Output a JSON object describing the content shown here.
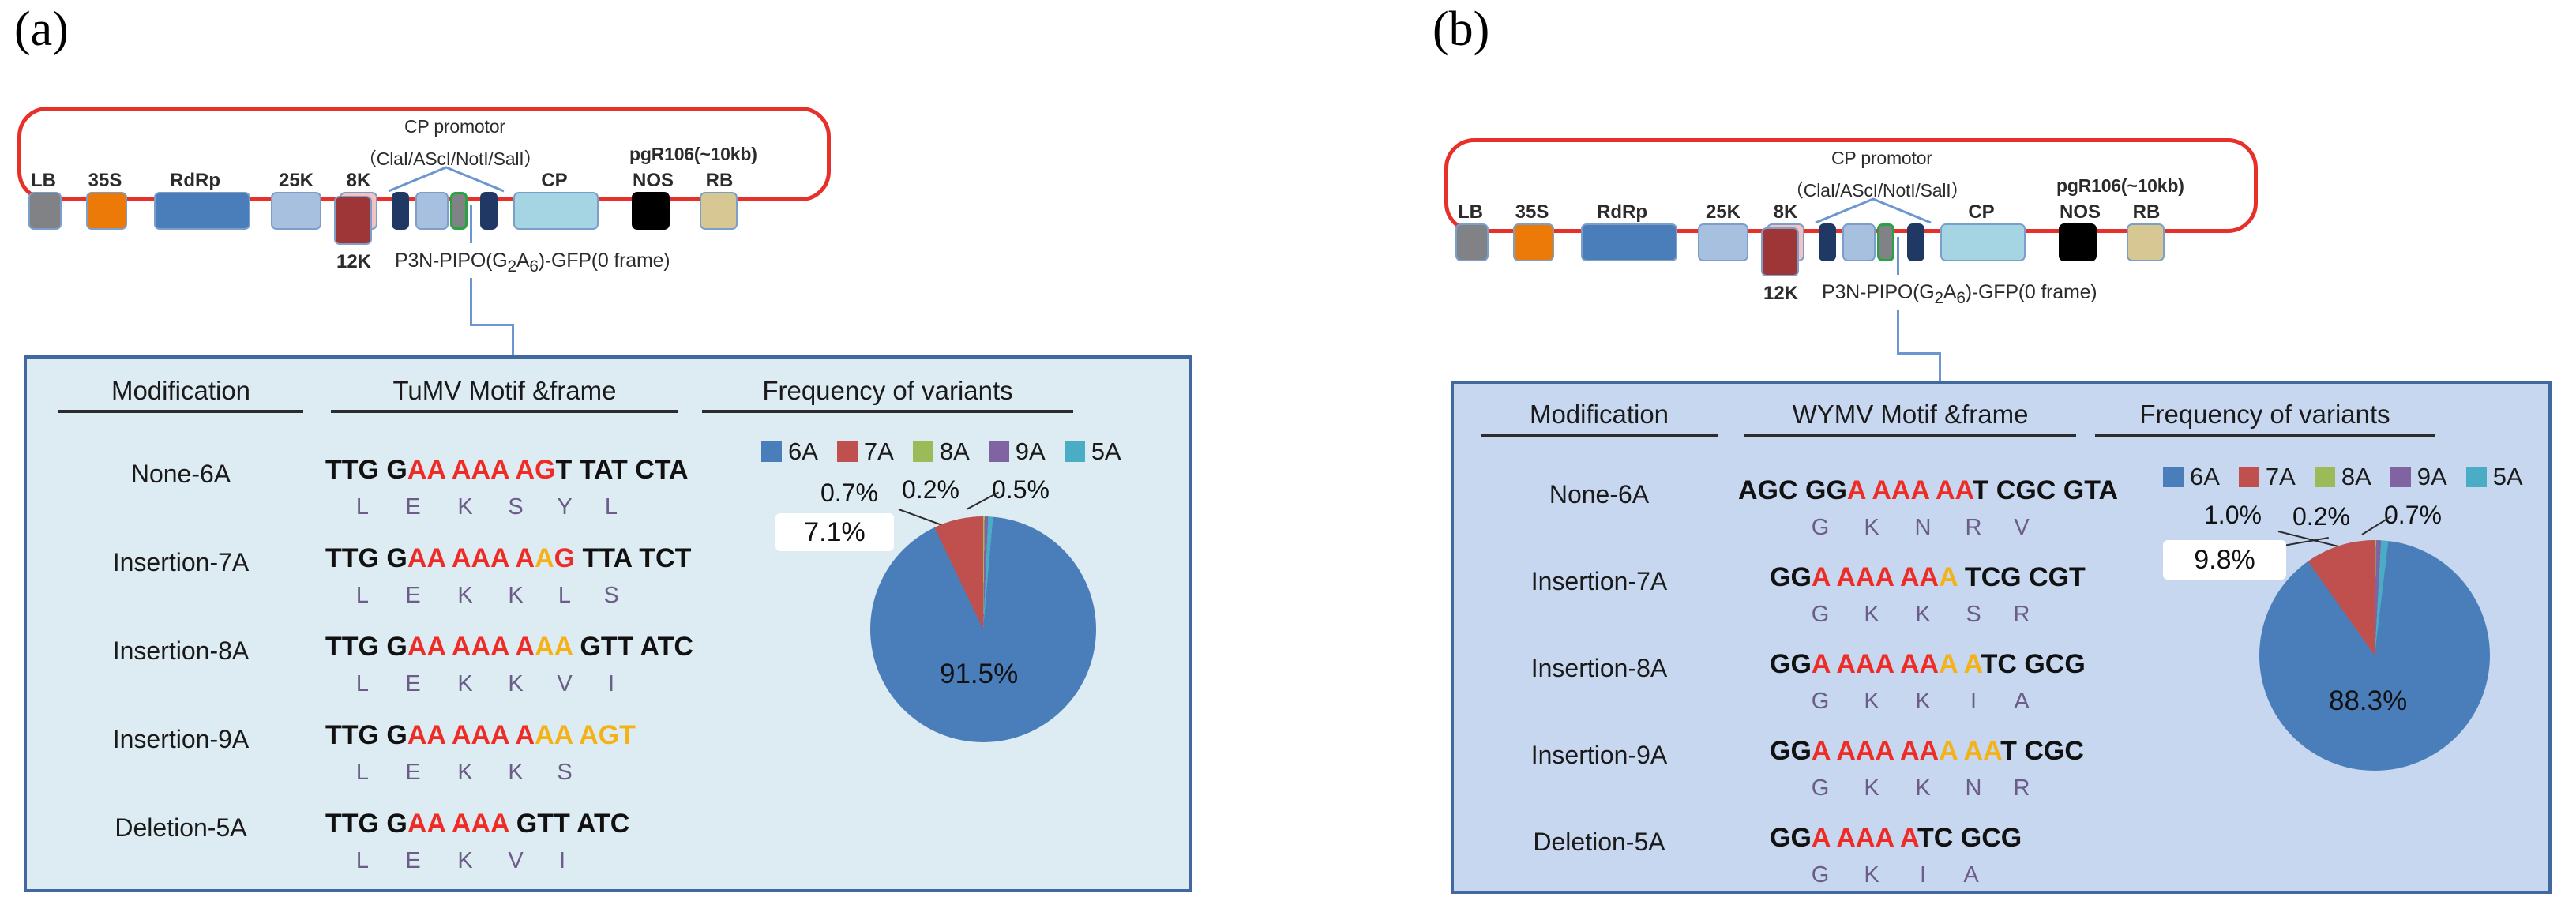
{
  "figure": {
    "panels": [
      {
        "label": "(a)",
        "virus": "TuMV",
        "construct": {
          "vector_label": "pgR106(~10kb)",
          "promoter_label": "CP promotor",
          "sites_label": "（ClaI/AScI/NotI/SalI）",
          "insert_label": "P3N-PIPO(G2A6)-GFP(0 frame)",
          "insert_label_sub": [
            "G",
            "2",
            "A",
            "6"
          ],
          "below_gene_label": "12K",
          "genes": [
            {
              "name": "LB",
              "color": "#808285"
            },
            {
              "name": "35S",
              "color": "#ec7a08"
            },
            {
              "name": "RdRp",
              "color": "#4a7ebb"
            },
            {
              "name": "25K",
              "color": "#a8c0e0"
            },
            {
              "name": "8K",
              "color": "#f3c3c3"
            },
            {
              "name": "",
              "color": "#1f3864"
            },
            {
              "name": "",
              "color": "#a8c0e0"
            },
            {
              "name": "",
              "color": "#808285"
            },
            {
              "name": "",
              "color": "#1f3864"
            },
            {
              "name": "CP",
              "color": "#a5d5e2"
            },
            {
              "name": "NOS",
              "color": "#000000"
            },
            {
              "name": "RB",
              "color": "#d7c893"
            }
          ],
          "below_gene_color": "#9e3638"
        },
        "table": {
          "headers": [
            "Modification",
            "TuMV Motif &frame",
            "Frequency of variants"
          ],
          "rows": [
            {
              "modification": "None-6A",
              "dna": [
                {
                  "t": "TTG G",
                  "c": "k"
                },
                {
                  "t": "AA AAA AG",
                  "c": "r"
                },
                {
                  "t": "T TAT CTA",
                  "c": "k"
                }
              ],
              "aa": [
                "L",
                "E",
                "K",
                "S",
                "Y",
                "L"
              ]
            },
            {
              "modification": "Insertion-7A",
              "dna": [
                {
                  "t": "TTG G",
                  "c": "k"
                },
                {
                  "t": "AA AAA A",
                  "c": "r"
                },
                {
                  "t": "A",
                  "c": "y"
                },
                {
                  "t": "G",
                  "c": "r"
                },
                {
                  "t": " TTA TCT",
                  "c": "k"
                }
              ],
              "aa": [
                "L",
                "E",
                "K",
                "K",
                "L",
                "S"
              ]
            },
            {
              "modification": "Insertion-8A",
              "dna": [
                {
                  "t": "TTG G",
                  "c": "k"
                },
                {
                  "t": "AA AAA A",
                  "c": "r"
                },
                {
                  "t": "AA",
                  "c": "y"
                },
                {
                  "t": " GTT ATC",
                  "c": "k"
                }
              ],
              "aa": [
                "L",
                "E",
                "K",
                "K",
                "V",
                "I"
              ]
            },
            {
              "modification": "Insertion-9A",
              "dna": [
                {
                  "t": "TTG G",
                  "c": "k"
                },
                {
                  "t": "AA AAA A",
                  "c": "r"
                },
                {
                  "t": "AA AGT",
                  "c": "y"
                }
              ],
              "aa": [
                "L",
                "E",
                "K",
                "K",
                "S"
              ]
            },
            {
              "modification": "Deletion-5A",
              "dna": [
                {
                  "t": "TTG G",
                  "c": "k"
                },
                {
                  "t": "AA AAA",
                  "c": "r"
                },
                {
                  "t": " GTT ATC",
                  "c": "k"
                }
              ],
              "aa": [
                "L",
                "E",
                "K",
                "V",
                "I"
              ]
            }
          ]
        },
        "chart_data": {
          "type": "pie",
          "title": "Frequency of variants",
          "legend_position": "top",
          "categories": [
            "6A",
            "7A",
            "8A",
            "9A",
            "5A"
          ],
          "values": [
            91.5,
            7.1,
            0.2,
            0.5,
            0.7
          ],
          "labels": [
            "91.5%",
            "7.1%",
            "0.2%",
            "0.5%",
            "0.7%"
          ],
          "colors": [
            "#4a7ebb",
            "#bf504d",
            "#9bbb59",
            "#8064a2",
            "#4bacc6"
          ],
          "highlighted_label": "7.1%",
          "highlight_color": "#ef2a2a",
          "callouts": [
            "0.7%",
            "0.2%",
            "0.5%"
          ],
          "center_label": "91.5%"
        }
      },
      {
        "label": "(b)",
        "virus": "WYMV",
        "construct": {
          "vector_label": "pgR106(~10kb)",
          "promoter_label": "CP promotor",
          "sites_label": "（ClaI/AScI/NotI/SalI）",
          "insert_label": "P3N-PIPO(G2A6)-GFP(0 frame)",
          "below_gene_label": "12K",
          "genes": [
            {
              "name": "LB",
              "color": "#808285"
            },
            {
              "name": "35S",
              "color": "#ec7a08"
            },
            {
              "name": "RdRp",
              "color": "#4a7ebb"
            },
            {
              "name": "25K",
              "color": "#a8c0e0"
            },
            {
              "name": "8K",
              "color": "#f3c3c3"
            },
            {
              "name": "",
              "color": "#1f3864"
            },
            {
              "name": "",
              "color": "#a8c0e0"
            },
            {
              "name": "",
              "color": "#808285"
            },
            {
              "name": "",
              "color": "#1f3864"
            },
            {
              "name": "CP",
              "color": "#a5d5e2"
            },
            {
              "name": "NOS",
              "color": "#000000"
            },
            {
              "name": "RB",
              "color": "#d7c893"
            }
          ],
          "below_gene_color": "#9e3638"
        },
        "table": {
          "headers": [
            "Modification",
            "WYMV Motif &frame",
            "Frequency of variants"
          ],
          "rows": [
            {
              "modification": "None-6A",
              "dna": [
                {
                  "t": "AGC GG",
                  "c": "k"
                },
                {
                  "t": "A AAA AA",
                  "c": "r"
                },
                {
                  "t": "T CGC GTA",
                  "c": "k"
                }
              ],
              "aa": [
                "G",
                "K",
                "N",
                "R",
                "V"
              ]
            },
            {
              "modification": "Insertion-7A",
              "dna": [
                {
                  "t": "GG",
                  "c": "k"
                },
                {
                  "t": "A AAA AA",
                  "c": "r"
                },
                {
                  "t": "A",
                  "c": "y"
                },
                {
                  "t": " TCG CGT",
                  "c": "k"
                }
              ],
              "aa": [
                "G",
                "K",
                "K",
                "S",
                "R"
              ]
            },
            {
              "modification": "Insertion-8A",
              "dna": [
                {
                  "t": "GG",
                  "c": "k"
                },
                {
                  "t": "A AAA AA",
                  "c": "r"
                },
                {
                  "t": "A A",
                  "c": "y"
                },
                {
                  "t": "TC GCG",
                  "c": "k"
                }
              ],
              "aa": [
                "G",
                "K",
                "K",
                "I",
                "A"
              ]
            },
            {
              "modification": "Insertion-9A",
              "dna": [
                {
                  "t": "GG",
                  "c": "k"
                },
                {
                  "t": "A AAA AA",
                  "c": "r"
                },
                {
                  "t": "A AA",
                  "c": "y"
                },
                {
                  "t": "T CGC",
                  "c": "k"
                }
              ],
              "aa": [
                "G",
                "K",
                "K",
                "N",
                "R"
              ]
            },
            {
              "modification": "Deletion-5A",
              "dna": [
                {
                  "t": "GG",
                  "c": "k"
                },
                {
                  "t": "A AAA A",
                  "c": "r"
                },
                {
                  "t": "TC GCG",
                  "c": "k"
                }
              ],
              "aa": [
                "G",
                "K",
                "I",
                "A"
              ]
            }
          ]
        },
        "chart_data": {
          "type": "pie",
          "title": "Frequency of variants",
          "legend_position": "top",
          "categories": [
            "6A",
            "7A",
            "8A",
            "9A",
            "5A"
          ],
          "values": [
            88.3,
            9.8,
            0.2,
            0.7,
            1.0
          ],
          "labels": [
            "88.3%",
            "9.8%",
            "0.2%",
            "0.7%",
            "1.0%"
          ],
          "colors": [
            "#4a7ebb",
            "#bf504d",
            "#9bbb59",
            "#8064a2",
            "#4bacc6"
          ],
          "highlighted_label": "9.8%",
          "highlight_color": "#ef2a2a",
          "callouts": [
            "1.0%",
            "0.2%",
            "0.7%"
          ],
          "center_label": "88.3%"
        }
      }
    ]
  }
}
